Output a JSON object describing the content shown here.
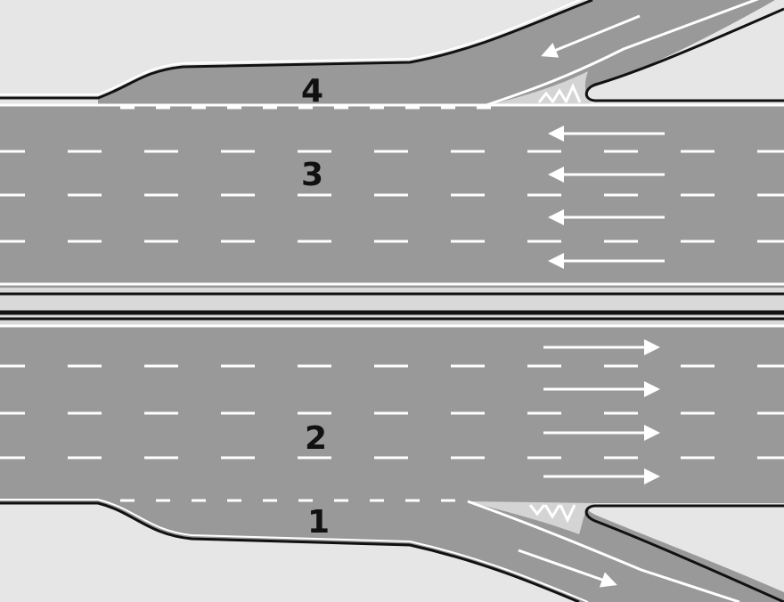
{
  "colors": {
    "background": "#e6e6e6",
    "asphalt": "#999999",
    "marking": "#ffffff",
    "edge": "#111111",
    "median": "#d9d9d9",
    "text": "#111111"
  },
  "labels": {
    "area_1": "1",
    "area_2": "2",
    "area_3": "3",
    "area_4": "4"
  },
  "icons": {
    "arrow": "arrow-icon",
    "chevron": "chevron-icon"
  },
  "lanes": {
    "upper_carriageway": {
      "lane_count": 4,
      "direction": "left"
    },
    "lower_carriageway": {
      "lane_count": 4,
      "direction": "right"
    },
    "upper_slip_road": {
      "direction": "to-main-road",
      "junction": "on-ramp"
    },
    "lower_slip_road": {
      "direction": "away-from-main-road",
      "junction": "off-ramp"
    }
  }
}
